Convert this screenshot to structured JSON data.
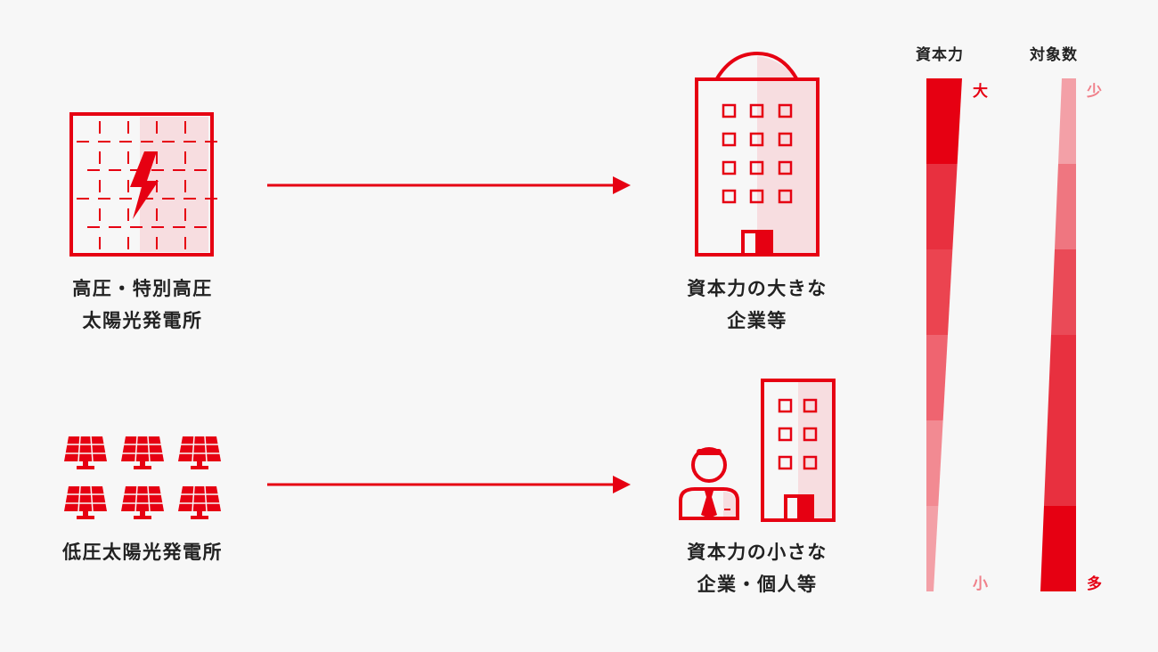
{
  "colors": {
    "accent": "#e60012",
    "accent_light": "#f7dde0",
    "background": "#f7f7f7",
    "text": "#222222",
    "label_light": "#f0808a"
  },
  "sources": {
    "high_voltage": {
      "icon": "solar-plant-building-icon",
      "line1": "高圧・特別高圧",
      "line2": "太陽光発電所"
    },
    "low_voltage": {
      "icon": "solar-panels-icon",
      "line1": "低圧太陽光発電所"
    }
  },
  "targets": {
    "large": {
      "icon": "large-office-building-icon",
      "line1": "資本力の大きな",
      "line2": "企業等"
    },
    "small": {
      "icon": "person-and-small-building-icon",
      "line1": "資本力の小さな",
      "line2": "企業・個人等"
    }
  },
  "scales": {
    "capital": {
      "heading": "資本力",
      "top": "大",
      "bottom": "小"
    },
    "count": {
      "heading": "対象数",
      "top": "少",
      "bottom": "多"
    }
  }
}
